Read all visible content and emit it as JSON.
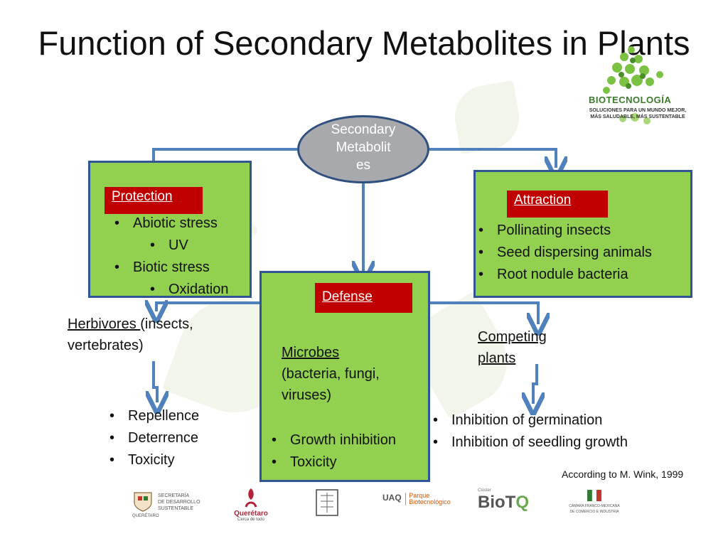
{
  "slide": {
    "title": "Function of Secondary Metabolites in Plants"
  },
  "logo": {
    "name": "BIOTECNOLOGÍA",
    "tagline_1": "SOLUCIONES PARA UN MUNDO MEJOR,",
    "tagline_2": "MÁS SALUDABLE, MÁS SUSTENTABLE"
  },
  "center": {
    "line1": "Secondary",
    "line2": "Metabolit",
    "line3": "es"
  },
  "protection": {
    "label": "Protection",
    "items": [
      "Abiotic stress",
      "UV",
      "Biotic stress",
      "Oxidation"
    ]
  },
  "attraction": {
    "label": "Attraction",
    "items": [
      "Pollinating insects",
      "Seed dispersing animals",
      "Root nodule bacteria"
    ]
  },
  "defense": {
    "label": "Defense",
    "microbes_title": "Microbes",
    "microbes_detail": "(bacteria, fungi, viruses)",
    "items": [
      "Growth inhibition",
      "Toxicity"
    ]
  },
  "herbivores": {
    "title": "Herbivores ",
    "detail": "(insects, vertebrates)",
    "items": [
      "Repellence",
      "Deterrence",
      "Toxicity"
    ]
  },
  "competing": {
    "title_1": "Competing",
    "title_2": "plants",
    "items": [
      "Inhibition of germination",
      "Inhibition of seedling growth"
    ]
  },
  "credit": "According to M. Wink, 1999",
  "footer": {
    "logo1_line1": "SECRETARÍA",
    "logo1_line2": "DE DESARROLLO",
    "logo1_line3": "SUSTENTABLE",
    "logo1_caption": "QUERÉTARO",
    "logo2": "Querétaro",
    "logo2_sub": "Cerca de todo",
    "logo4_prefix": "UAQ",
    "logo4_line1": "Parque",
    "logo4_line2": "Biotecnológico",
    "logo5_small": "Clúster",
    "logo5": "BioT",
    "logo6_line1": "CÁMARA FRANCO-MEXICANA",
    "logo6_line2": "DE COMERCIO E INDUSTRIA"
  },
  "colors": {
    "box_fill": "#92d050",
    "box_border": "#2f5597",
    "label_red": "#c00000",
    "arrow": "#4f81bd",
    "ellipse_fill": "#a7a9ac"
  }
}
